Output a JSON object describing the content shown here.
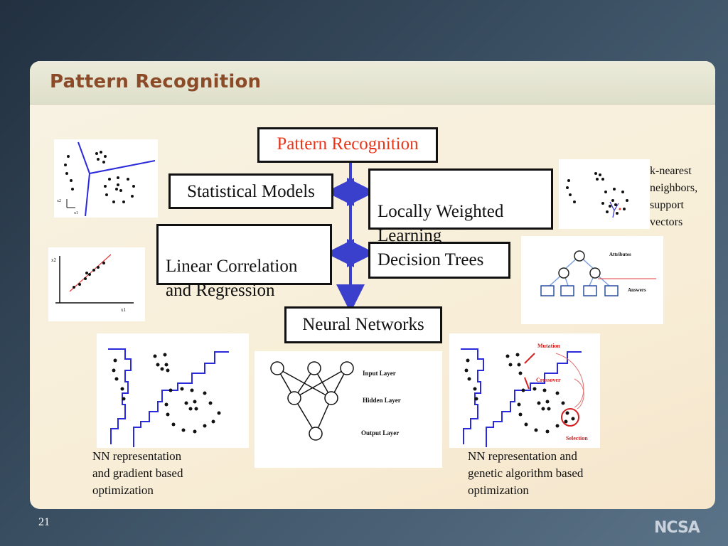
{
  "slide": {
    "title": "Pattern Recognition",
    "number": "21",
    "logo": "NCSA"
  },
  "diagram": {
    "root": "Pattern Recognition",
    "nodes": {
      "statistical": "Statistical Models",
      "locally_weighted": "Locally Weighted\nLearning",
      "linear_correlation": "Linear Correlation\nand Regression",
      "decision_trees": "Decision Trees",
      "neural_networks": "Neural Networks"
    },
    "accent_color": "#3a3fcc",
    "root_text_color": "#e8351a"
  },
  "figures": {
    "scatter_axes": {
      "x": "x1",
      "y": "x2"
    },
    "regression_axes": {
      "x": "x1",
      "y": "x2"
    },
    "knn_caption": "k-nearest\nneighbors,\nsupport\nvectors",
    "decision_tree_labels": {
      "attributes": "Attributes",
      "answers": "Answers"
    },
    "nn_layers": {
      "input": "Input Layer",
      "hidden": "Hidden Layer",
      "output": "Output Layer"
    },
    "ga_labels": {
      "mutation": "Mutation",
      "crossover": "Crossover",
      "selection": "Selection"
    },
    "caption_gradient": "NN representation\nand gradient based\noptimization",
    "caption_genetic": "NN representation and\ngenetic algorithm based\noptimization"
  }
}
